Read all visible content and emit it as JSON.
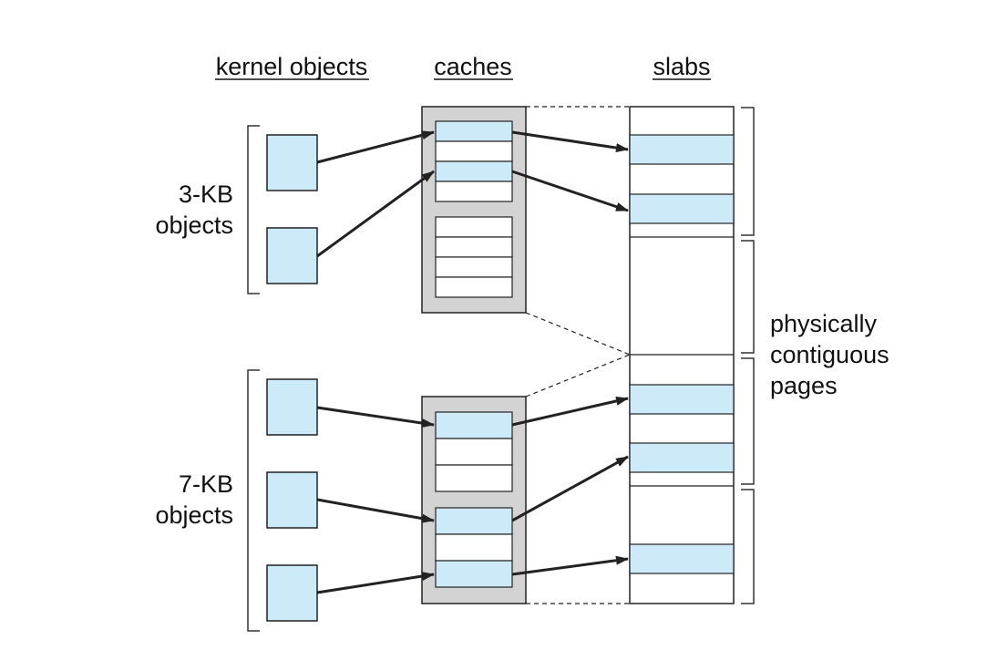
{
  "headers": {
    "kernel_objects": "kernel objects",
    "caches": "caches",
    "slabs": "slabs"
  },
  "groups": {
    "small": {
      "line1": "3-KB",
      "line2": "objects"
    },
    "large": {
      "line1": "7-KB",
      "line2": "objects"
    }
  },
  "pages_label": {
    "line1": "physically",
    "line2": "contiguous",
    "line3": "pages"
  },
  "colors": {
    "object_fill": "#cceaf7",
    "cache_fill": "#d3d3d3",
    "slot_fill": "#ffffff",
    "stroke": "#222222",
    "arrow": "#222222"
  },
  "icons": {
    "arrowhead": "arrowhead-icon"
  }
}
